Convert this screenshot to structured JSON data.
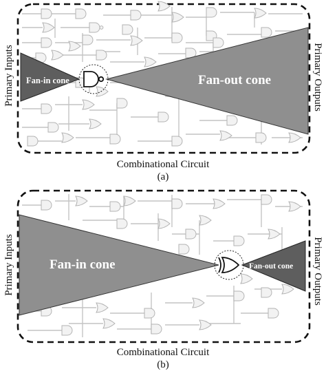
{
  "panel_a": {
    "fan_in_label": "Fan-in cone",
    "fan_out_label": "Fan-out cone",
    "inputs_label": "Primary Inputs",
    "outputs_label": "Primary Outputs",
    "circuit_label": "Combinational Circuit",
    "panel_label": "(a)"
  },
  "panel_b": {
    "fan_in_label": "Fan-in cone",
    "fan_out_label": "Fan-out cone",
    "inputs_label": "Primary Inputs",
    "outputs_label": "Primary Outputs",
    "circuit_label": "Combinational Circuit",
    "panel_label": "(b)"
  }
}
